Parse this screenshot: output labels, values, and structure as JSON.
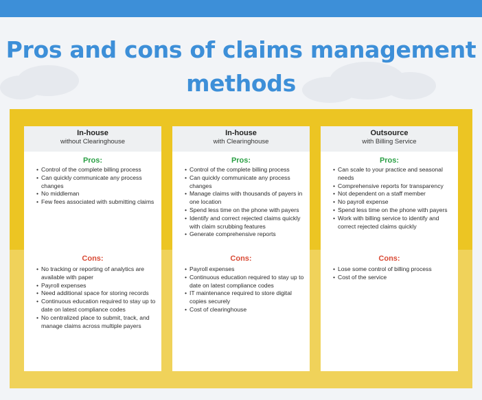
{
  "title": "Pros and cons of claims management methods",
  "colors": {
    "accent_blue": "#3d8fd8",
    "board_yellow": "#ecc523",
    "pros_green": "#2a9f44",
    "cons_red": "#d94a35"
  },
  "columns": [
    {
      "title": "In-house",
      "subtitle": "without Clearinghouse",
      "pros_label": "Pros:",
      "pros": [
        "Control of the complete billing process",
        "Can quickly communicate any process changes",
        "No middleman",
        "Few fees associated with submitting claims"
      ],
      "cons_label": "Cons:",
      "cons": [
        "No tracking or reporting of analytics are available with paper",
        "Payroll expenses",
        "Need additional space for storing records",
        "Continuous education required to stay up to date on latest compliance codes",
        "No centralized place to submit, track, and manage claims across multiple payers"
      ]
    },
    {
      "title": "In-house",
      "subtitle": "with Clearinghouse",
      "pros_label": "Pros:",
      "pros": [
        "Control of the complete billing process",
        "Can quickly communicate any process changes",
        "Manage claims with thousands of payers in one location",
        "Spend less time on the phone with payers",
        "Identify and correct rejected claims quickly with claim scrubbing features",
        "Generate comprehensive reports"
      ],
      "cons_label": "Cons:",
      "cons": [
        "Payroll expenses",
        "Continuous education required to stay up to date on latest compliance codes",
        "IT maintenance required to store digital copies securely",
        "Cost of clearinghouse"
      ]
    },
    {
      "title": "Outsource",
      "subtitle": "with Billing Service",
      "pros_label": "Pros:",
      "pros": [
        "Can scale to your practice and seasonal needs",
        "Comprehensive reports for transparency",
        "Not dependent on a staff member",
        "No payroll expense",
        "Spend less time on the phone with payers",
        "Work with billing service to identify and correct rejected claims quickly"
      ],
      "cons_label": "Cons:",
      "cons": [
        "Lose some control of billing process",
        "Cost of the service"
      ]
    }
  ]
}
